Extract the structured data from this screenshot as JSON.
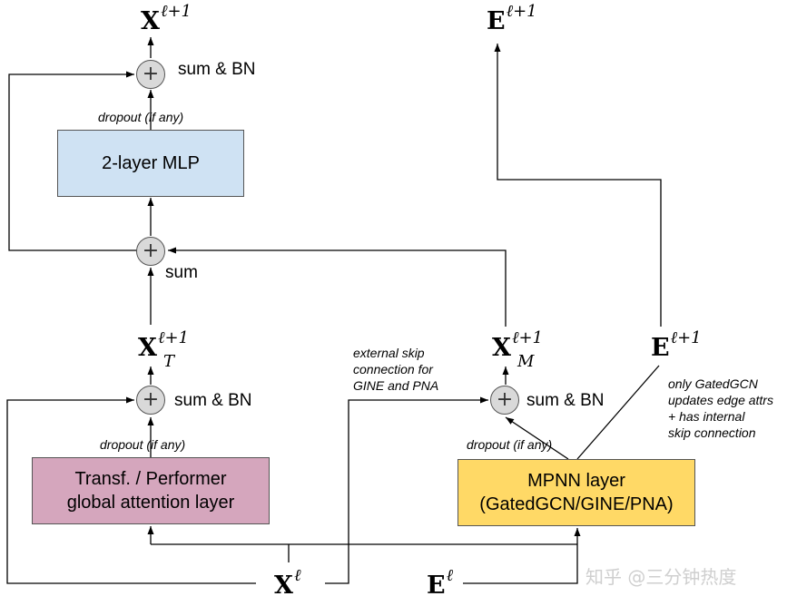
{
  "boxes": {
    "mlp": {
      "label": "2-layer MLP",
      "fill": "#cfe2f3"
    },
    "transformer": {
      "line1": "Transf. / Performer",
      "line2": "global attention layer",
      "fill": "#d5a6bd"
    },
    "mpnn": {
      "line1": "MPNN layer",
      "line2": "(GatedGCN/GINE/PNA)",
      "fill": "#ffd966"
    }
  },
  "operators": {
    "symbol": "+",
    "top_label": "sum & BN",
    "middle_label": "sum",
    "left_label": "sum & BN",
    "right_label": "sum & BN"
  },
  "notes": {
    "dropout": "dropout",
    "if_any": "(if any)",
    "external_skip": [
      "external skip",
      "connection for",
      "GINE and PNA"
    ],
    "gatedgcn": [
      "only GatedGCN",
      "updates edge attrs",
      "+ has internal",
      "skip connection"
    ]
  },
  "math": {
    "x_next": {
      "base": "X",
      "sup": "ℓ+1"
    },
    "e_next": {
      "base": "E",
      "sup": "ℓ+1"
    },
    "x_t": {
      "base": "X",
      "sup": "ℓ+1",
      "sub": "T"
    },
    "x_m": {
      "base": "X",
      "sup": "ℓ+1",
      "sub": "M"
    },
    "e_mid": {
      "base": "E",
      "sup": "ℓ+1"
    },
    "x_in": {
      "base": "X",
      "sup": "ℓ"
    },
    "e_in": {
      "base": "E",
      "sup": "ℓ"
    }
  },
  "watermark": "知乎 @三分钟热度",
  "colors": {
    "wire": "#000000",
    "operator_fill": "#d9d9d9",
    "box_border": "#555555"
  }
}
